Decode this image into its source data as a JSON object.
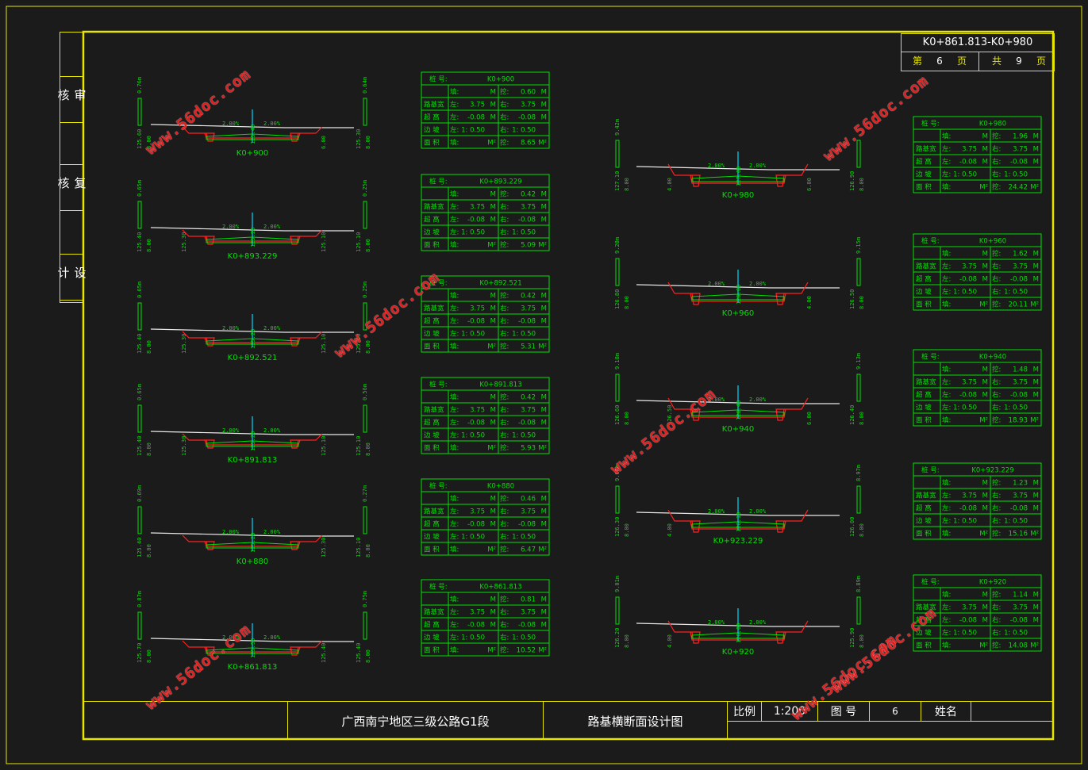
{
  "sheet": {
    "range": "K0+861.813-K0+980",
    "page_label": "第",
    "page_no": "6",
    "page_unit": "页",
    "total_label": "共",
    "total_no": "9",
    "total_unit": "页"
  },
  "sidebar": [
    "审核",
    "复核",
    "设计"
  ],
  "titleblock": {
    "project": "广西南宁地区三级公路G1段",
    "drawing": "路基横断面设计图",
    "scale_label": "比例",
    "scale_value": "1:200",
    "fig_label": "图 号",
    "fig_value": "6",
    "name_label": "姓名"
  },
  "watermark": "www.56doc.com",
  "table_labels": {
    "station": "桩 号:",
    "fill": "填:",
    "cut": "挖:",
    "width": "路基宽",
    "super": "超 高",
    "slope": "边 坡",
    "area": "面 积",
    "left": "左:",
    "right": "右:",
    "unit_m": "M",
    "unit_m2": "M²"
  },
  "sections": [
    {
      "station": "K0+900",
      "cut": "0.60",
      "wl": "3.75",
      "wr": "3.75",
      "sl": "-0.08",
      "sr": "-0.08",
      "pl": "1: 0.50",
      "pr": "1: 0.50",
      "area": "8.65",
      "lt": "0.76m",
      "rt": "0.64m",
      "le": "125.60",
      "re": "125.30",
      "ce": "125.40",
      "lw": "",
      "rw": "6.00",
      "edge": "8.00",
      "cross_l": "2.00%",
      "cross_r": "2.00%"
    },
    {
      "station": "K0+893.229",
      "cut": "0.42",
      "wl": "3.75",
      "wr": "3.75",
      "sl": "-0.08",
      "sr": "-0.08",
      "pl": "1: 0.50",
      "pr": "1: 0.50",
      "area": "5.09",
      "lt": "0.65m",
      "rt": "0.25m",
      "le": "125.40",
      "re": "125.10",
      "ce": "125.20",
      "lw": "125.30",
      "rw": "125.10",
      "edge": "8.00",
      "cross_l": "2.00%",
      "cross_r": "2.00%"
    },
    {
      "station": "K0+892.521",
      "cut": "0.42",
      "wl": "3.75",
      "wr": "3.75",
      "sl": "-0.08",
      "sr": "-0.08",
      "pl": "1: 0.50",
      "pr": "1: 0.50",
      "area": "5.31",
      "lt": "0.65m",
      "rt": "0.25m",
      "le": "125.40",
      "re": "125.10",
      "ce": "125.20",
      "lw": "125.30",
      "rw": "125.10",
      "edge": "8.00",
      "cross_l": "2.00%",
      "cross_r": "2.00%"
    },
    {
      "station": "K0+891.813",
      "cut": "0.42",
      "wl": "3.75",
      "wr": "3.75",
      "sl": "-0.08",
      "sr": "-0.08",
      "pl": "1: 0.50",
      "pr": "1: 0.50",
      "area": "5.93",
      "lt": "0.65m",
      "rt": "0.56m",
      "le": "125.40",
      "re": "125.10",
      "ce": "125.20",
      "lw": "125.30",
      "rw": "125.10",
      "edge": "8.00",
      "cross_l": "2.00%",
      "cross_r": "2.00%"
    },
    {
      "station": "K0+880",
      "cut": "0.46",
      "wl": "3.75",
      "wr": "3.75",
      "sl": "-0.08",
      "sr": "-0.08",
      "pl": "1: 0.50",
      "pr": "1: 0.50",
      "area": "6.47",
      "lt": "0.69m",
      "rt": "0.27m",
      "le": "125.40",
      "re": "125.10",
      "ce": "125.20",
      "lw": "",
      "rw": "125.30",
      "edge": "8.00",
      "cross_l": "2.00%",
      "cross_r": "2.00%"
    },
    {
      "station": "K0+861.813",
      "cut": "0.81",
      "wl": "3.75",
      "wr": "3.75",
      "sl": "-0.08",
      "sr": "-0.08",
      "pl": "1: 0.50",
      "pr": "1: 0.50",
      "area": "10.52",
      "lt": "0.87m",
      "rt": "0.75m",
      "le": "125.70",
      "re": "125.40",
      "ce": "125.50",
      "lw": "",
      "rw": "125.40",
      "edge": "8.00",
      "cross_l": "2.00%",
      "cross_r": "2.00%"
    },
    {
      "station": "K0+980",
      "cut": "1.96",
      "wl": "3.75",
      "wr": "3.75",
      "sl": "-0.08",
      "sr": "-0.08",
      "pl": "1: 0.50",
      "pr": "1: 0.50",
      "area": "24.42",
      "lt": "9.42m",
      "rt": "",
      "le": "127.10",
      "re": "126.90",
      "ce": "127.00",
      "lw": "4.00",
      "rw": "6.00",
      "edge": "8.00",
      "cross_l": "2.00%",
      "cross_r": "2.00%"
    },
    {
      "station": "K0+960",
      "cut": "1.62",
      "wl": "3.75",
      "wr": "3.75",
      "sl": "-0.08",
      "sr": "-0.08",
      "pl": "1: 0.50",
      "pr": "1: 0.50",
      "area": "20.11",
      "lt": "9.28m",
      "rt": "9.15m",
      "le": "126.80",
      "re": "126.50",
      "ce": "126.60",
      "lw": "",
      "rw": "4.00",
      "edge": "8.00",
      "cross_l": "2.00%",
      "cross_r": "2.00%"
    },
    {
      "station": "K0+940",
      "cut": "1.48",
      "wl": "3.75",
      "wr": "3.75",
      "sl": "-0.08",
      "sr": "-0.08",
      "pl": "1: 0.50",
      "pr": "1: 0.50",
      "area": "18.93",
      "lt": "9.18m",
      "rt": "9.13m",
      "le": "126.60",
      "re": "126.40",
      "ce": "126.40",
      "lw": "126.50",
      "rw": "6.00",
      "edge": "8.00",
      "cross_l": "2.00%",
      "cross_r": "2.00%"
    },
    {
      "station": "K0+923.229",
      "cut": "1.23",
      "wl": "3.75",
      "wr": "3.75",
      "sl": "-0.08",
      "sr": "-0.08",
      "pl": "1: 0.50",
      "pr": "1: 0.50",
      "area": "15.16",
      "lt": "9.06m",
      "rt": "8.97m",
      "le": "126.30",
      "re": "126.00",
      "ce": "126.10",
      "lw": "4.00",
      "rw": "",
      "edge": "8.00",
      "cross_l": "2.00%",
      "cross_r": "2.00%"
    },
    {
      "station": "K0+920",
      "cut": "1.14",
      "wl": "3.75",
      "wr": "3.75",
      "sl": "-0.08",
      "sr": "-0.08",
      "pl": "1: 0.50",
      "pr": "1: 0.50",
      "area": "14.08",
      "lt": "9.01m",
      "rt": "8.89m",
      "le": "126.20",
      "re": "125.90",
      "ce": "126.00",
      "lw": "4.00",
      "rw": "",
      "edge": "8.00",
      "cross_l": "2.00%",
      "cross_r": "2.00%"
    }
  ]
}
